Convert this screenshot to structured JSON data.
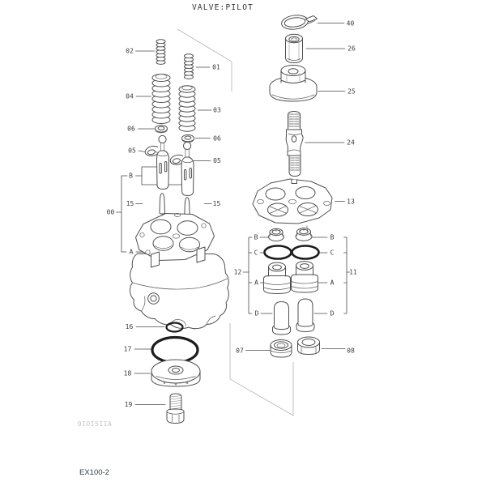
{
  "page": {
    "title": "VALVE:PILOT",
    "watermark": "9IOI5IIA",
    "footer_model": "EX100-2"
  },
  "diagram": {
    "type": "exploded-parts-diagram",
    "colors": {
      "line": "#4f4f4f",
      "bold_oring": "#1c1c1c",
      "label": "#3a3a3a",
      "boundary": "#9a9a9a",
      "watermark": "#c4c4c4",
      "footer_text": "#2e3a4a",
      "background": "#ffffff"
    },
    "callouts": {
      "c00": "00",
      "c01": "01",
      "c02": "02",
      "c03": "03",
      "c04": "04",
      "c05_left": "05",
      "c05_right": "05",
      "c06_left": "06",
      "c06_right": "06",
      "c07": "07",
      "c08": "08",
      "c11": "11",
      "c12": "12",
      "c13": "13",
      "c15_left": "15",
      "c15_right": "15",
      "c16": "16",
      "c17": "17",
      "c18": "18",
      "c19": "19",
      "c24": "24",
      "c25": "25",
      "c26": "26",
      "c40": "40",
      "cB_main": "B",
      "cA_main": "A",
      "cB_left": "B",
      "cB_right": "B",
      "cC_left": "C",
      "cC_right": "C",
      "cA_left": "A",
      "cA_right": "A",
      "cD_left": "D",
      "cD_right": "D"
    }
  }
}
